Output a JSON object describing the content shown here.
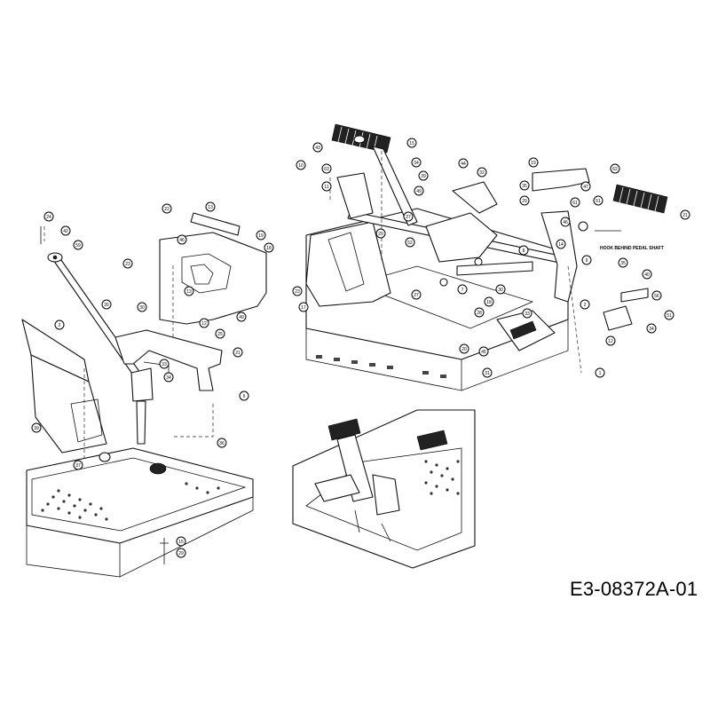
{
  "document_code": "E3-08372A-01",
  "pedal_note": "HOOK BEHIND PEDAL SHAFT",
  "highlight_color": "#e6c94a",
  "steering_callouts": [
    "24",
    "42",
    "59",
    "2",
    "39",
    "37",
    "58",
    "22",
    "13",
    "19",
    "23",
    "46",
    "18",
    "49",
    "25",
    "30",
    "34",
    "6",
    "13",
    "36",
    "15",
    "29",
    "21",
    "23",
    "12",
    "33"
  ],
  "steering_highlight_callout": "26",
  "pedal_callouts": [
    "43",
    "15",
    "10",
    "63",
    "34",
    "39",
    "32",
    "55",
    "44",
    "11",
    "49",
    "35",
    "19",
    "29",
    "46",
    "61",
    "8",
    "14",
    "47",
    "62",
    "51",
    "21",
    "27",
    "29",
    "52",
    "30",
    "7",
    "28",
    "18",
    "33",
    "9",
    "35",
    "40",
    "1",
    "2",
    "56",
    "17",
    "27",
    "20",
    "45",
    "31",
    "12",
    "34",
    "51"
  ]
}
